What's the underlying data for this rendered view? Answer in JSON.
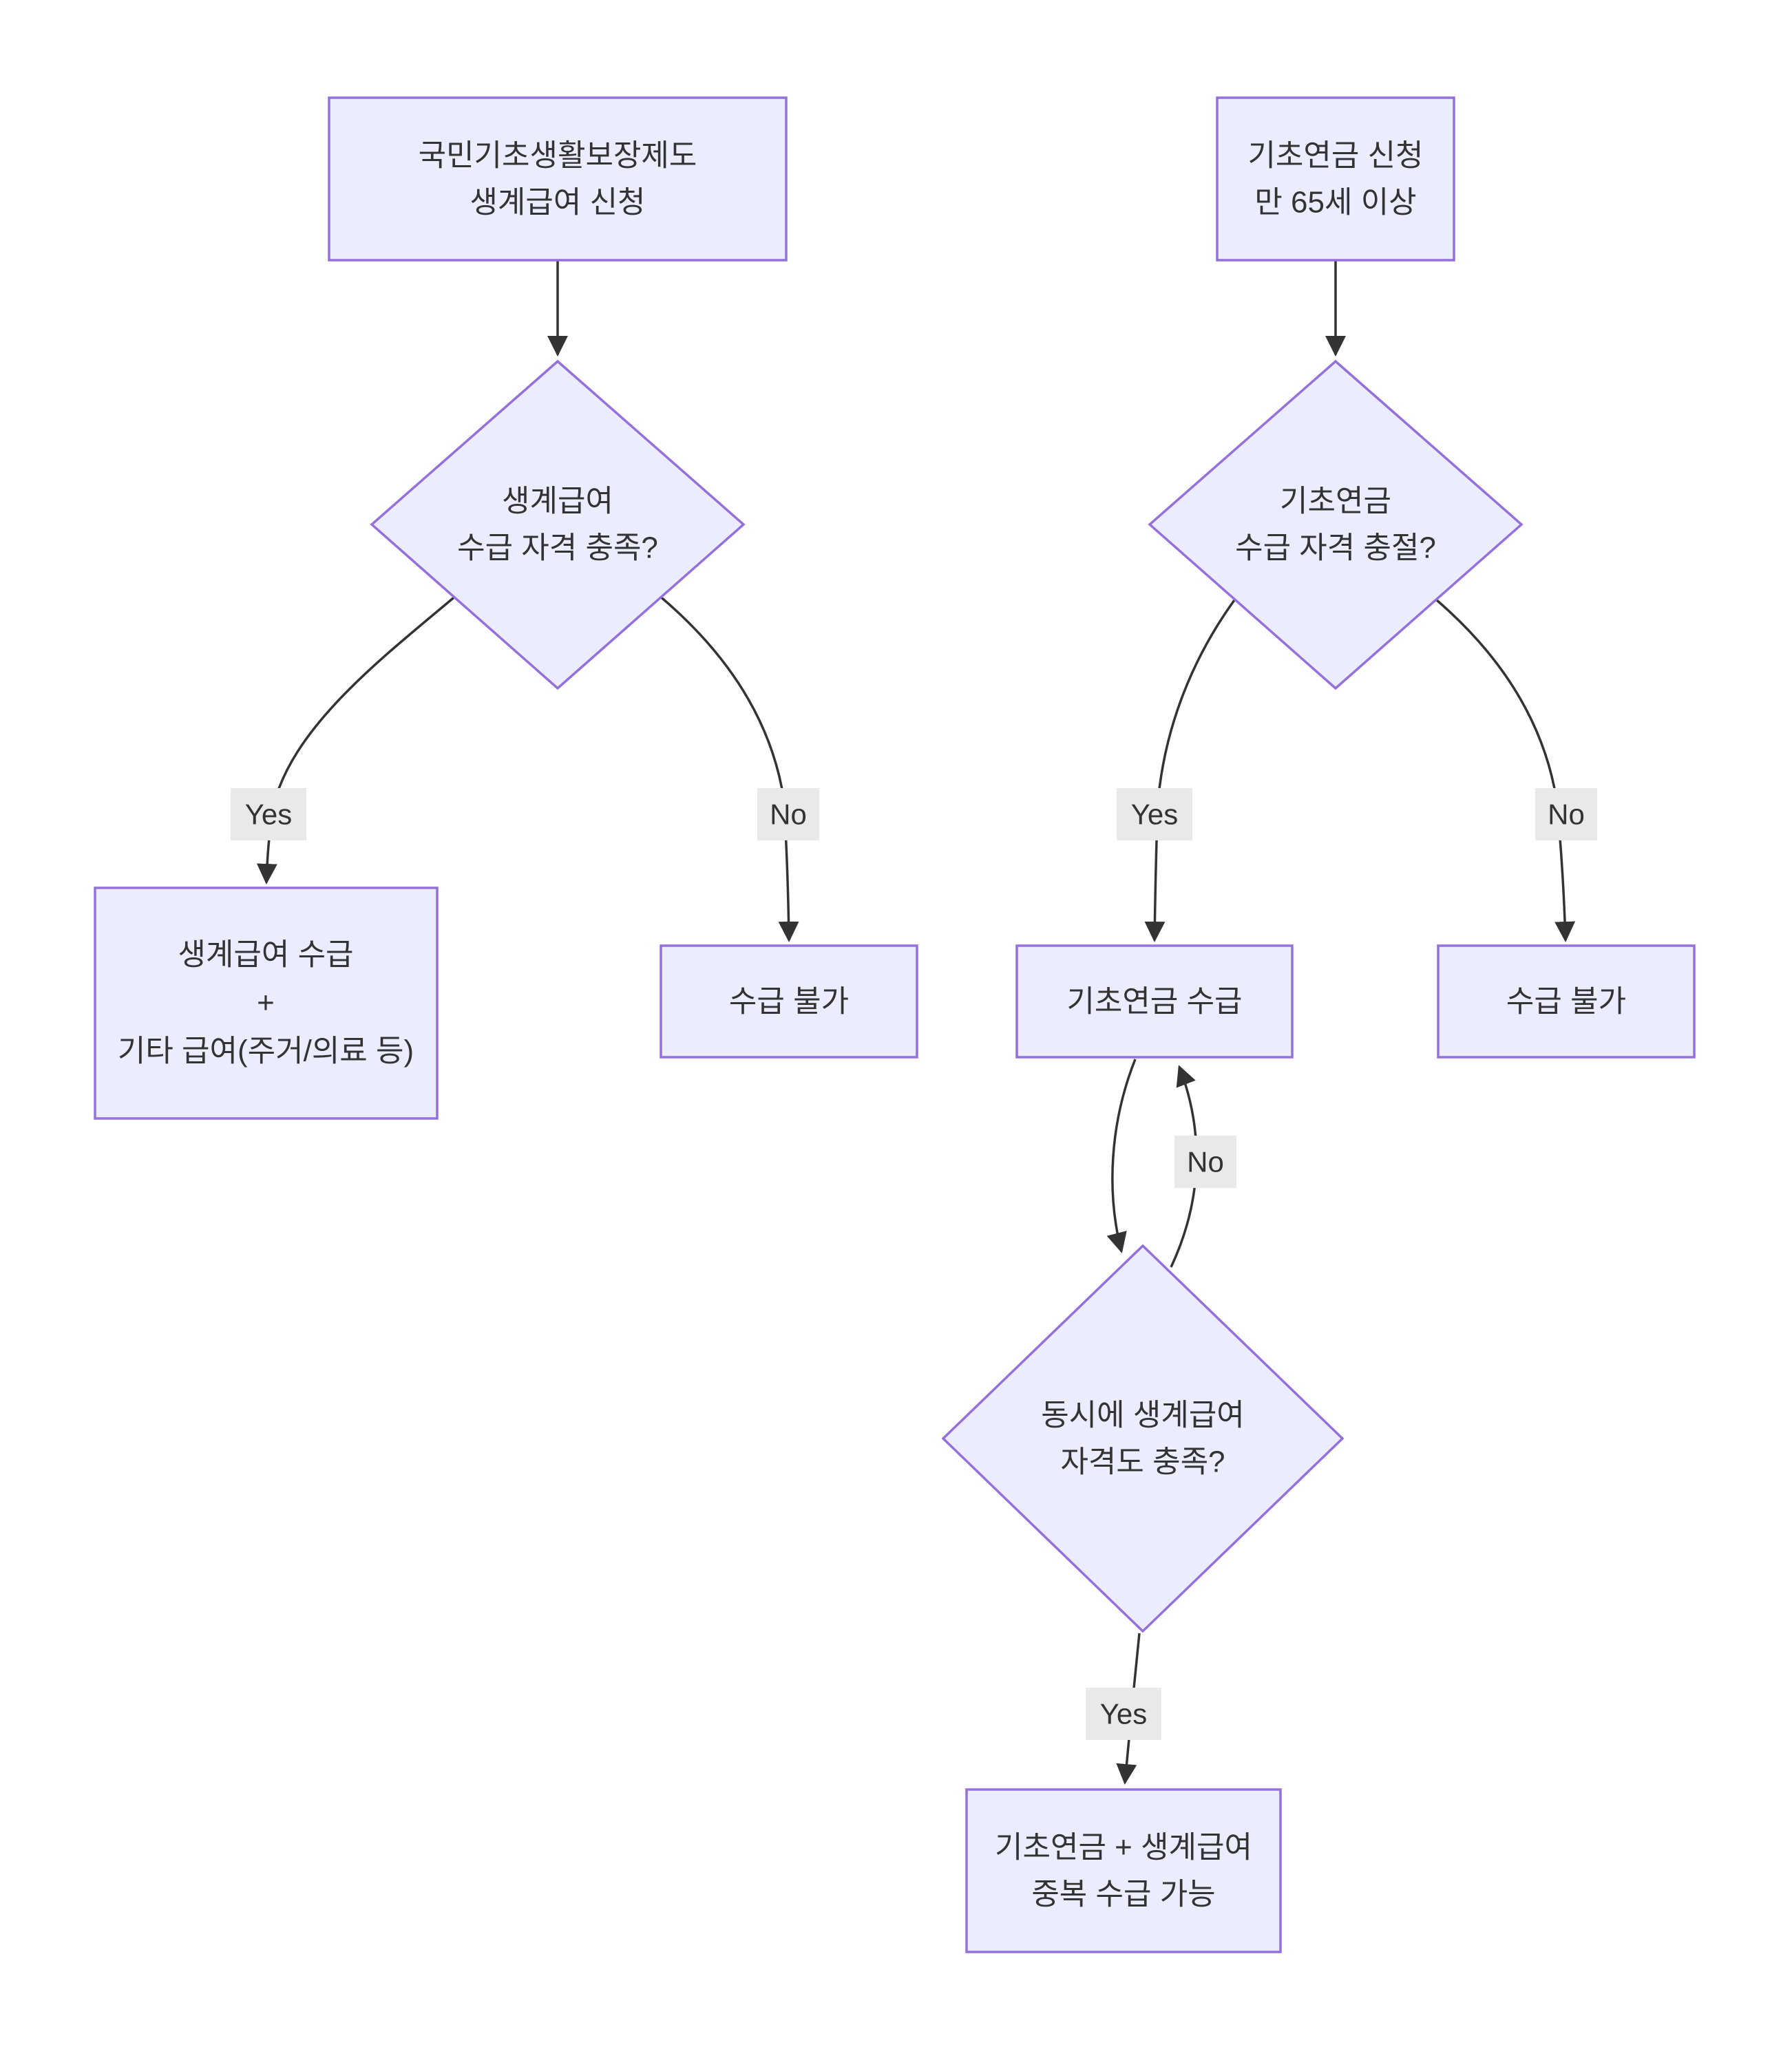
{
  "flow": {
    "left": {
      "start": {
        "lines": [
          "국민기초생활보장제도",
          "생계급여 신청"
        ]
      },
      "decision": {
        "lines": [
          "생계급여",
          "수급 자격 충족?"
        ]
      },
      "yes_label": "Yes",
      "no_label": "No",
      "grant": {
        "lines": [
          "생계급여 수급",
          "+",
          "기타 급여(주거/의료 등)"
        ]
      },
      "deny": {
        "lines": [
          "수급 불가"
        ]
      }
    },
    "right": {
      "start": {
        "lines": [
          "기초연금 신청",
          "만 65세 이상"
        ]
      },
      "decision1": {
        "lines": [
          "기초연금",
          "수급 자격 충절?"
        ]
      },
      "yes_label": "Yes",
      "no_label": "No",
      "grant": {
        "lines": [
          "기초연금 수급"
        ]
      },
      "deny": {
        "lines": [
          "수급 불가"
        ]
      },
      "decision2": {
        "lines": [
          "동시에 생계급여",
          "자격도 충족?"
        ]
      },
      "loop_no_label": "No",
      "dual_yes_label": "Yes",
      "dual": {
        "lines": [
          "기초연금 + 생계급여",
          "중복 수급 가능"
        ]
      }
    },
    "colors": {
      "node_fill": "#ECECFF",
      "node_border": "#9370DB",
      "edge": "#333333",
      "edge_label_bg": "#e9e9e9",
      "text": "#333333",
      "background": "#ffffff"
    }
  }
}
